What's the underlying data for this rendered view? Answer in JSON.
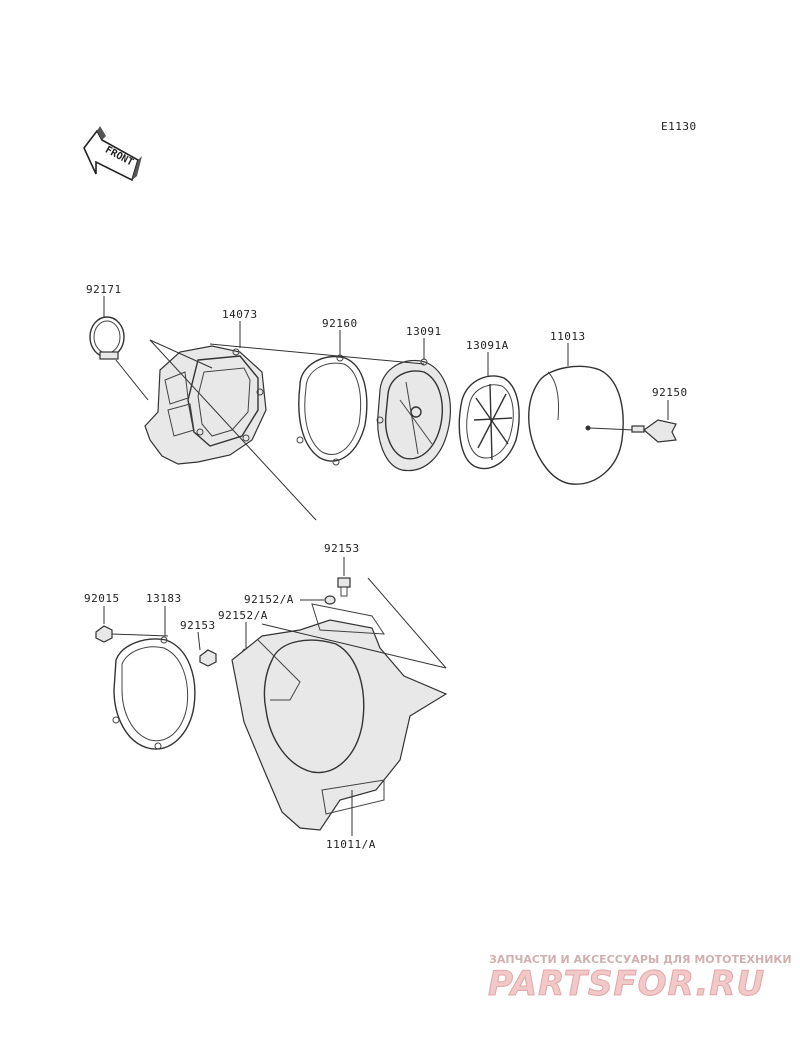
{
  "diagram": {
    "code": "E1130",
    "front_label": "FRONT",
    "parts": [
      {
        "id": "p92171",
        "number": "92171"
      },
      {
        "id": "p14073",
        "number": "14073"
      },
      {
        "id": "p92160",
        "number": "92160"
      },
      {
        "id": "p13091",
        "number": "13091"
      },
      {
        "id": "p13091a",
        "number": "13091A"
      },
      {
        "id": "p11013",
        "number": "11013"
      },
      {
        "id": "p92150",
        "number": "92150"
      },
      {
        "id": "p92153a",
        "number": "92153"
      },
      {
        "id": "p92015",
        "number": "92015"
      },
      {
        "id": "p13183",
        "number": "13183"
      },
      {
        "id": "p92152a",
        "number": "92152/A"
      },
      {
        "id": "p92152b",
        "number": "92152/A"
      },
      {
        "id": "p92153b",
        "number": "92153"
      },
      {
        "id": "p11011a",
        "number": "11011/A"
      }
    ]
  },
  "watermark": {
    "tagline": "ЗАПЧАСТИ И АКСЕССУАРЫ ДЛЯ МОТОТЕХНИКИ",
    "brand": "PARTSFOR.RU",
    "color": "#f3c8c8"
  }
}
